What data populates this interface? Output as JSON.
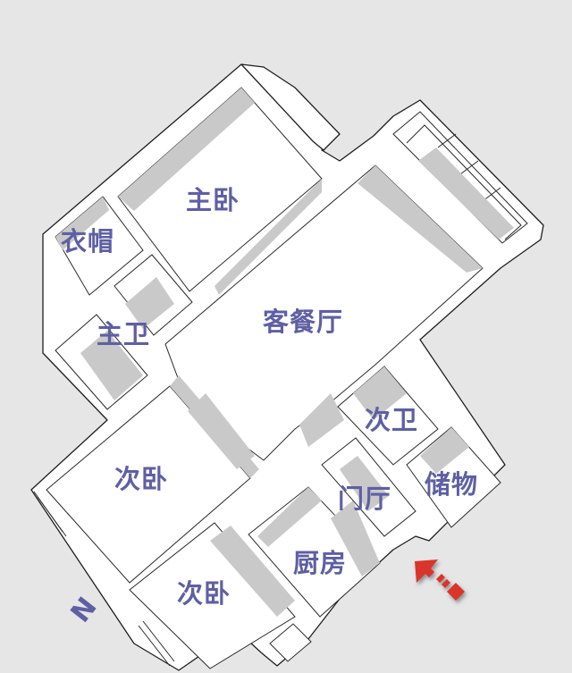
{
  "diagram": {
    "type": "isometric-floor-plan",
    "background_color": "#e6e6e6",
    "label_color": "#5f5fa3",
    "entry_arrow_color": "#d9352b"
  },
  "rooms": {
    "master_bedroom": "主卧",
    "walk_in_closet": "衣帽",
    "master_bath": "主卫",
    "living_dining": "客餐厅",
    "second_bath": "次卫",
    "entrance_hall": "门厅",
    "storage": "储物",
    "second_bedroom_upper": "次卧",
    "second_bedroom_lower": "次卧",
    "kitchen": "厨房"
  },
  "compass": {
    "north_label": "N"
  },
  "entry_marker": {
    "icon": "entry-arrow-icon"
  }
}
